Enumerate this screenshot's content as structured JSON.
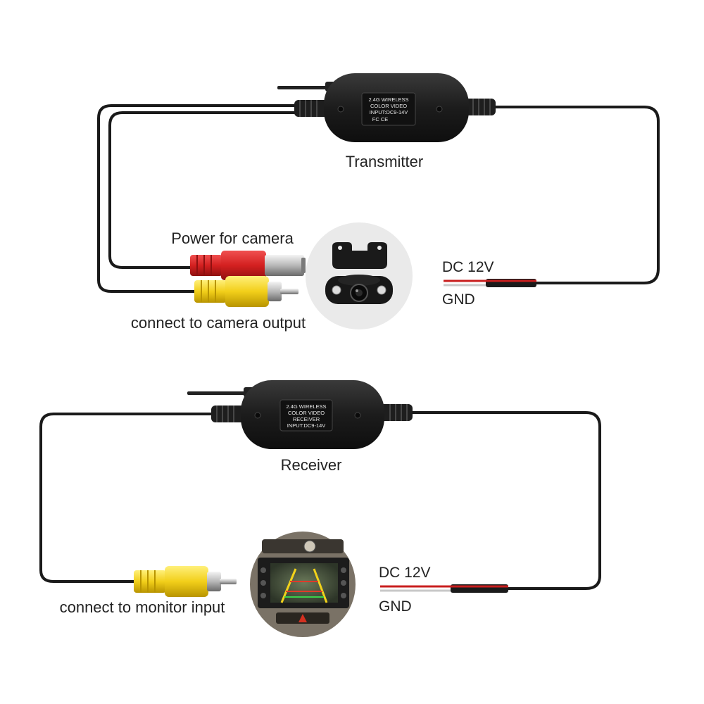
{
  "transmitter": {
    "label": "Transmitter",
    "case_lines": [
      "2.4G WIRELESS",
      "COLOR    VIDEO",
      "INPUT:DC9-14V",
      "FC CE"
    ]
  },
  "receiver": {
    "label": "Receiver",
    "case_lines": [
      "2.4G WIRELESS",
      "COLOR   VIDEO",
      "RECEIVER",
      "INPUT:DC9-14V"
    ]
  },
  "top": {
    "power_label": "Power for camera",
    "camera_output_label": "connect to camera output",
    "dc_label": "DC 12V",
    "gnd_label": "GND"
  },
  "bottom": {
    "monitor_input_label": "connect to monitor input",
    "dc_label": "DC 12V",
    "gnd_label": "GND"
  },
  "colors": {
    "cable": "#1a1a1a",
    "red_plug": "#d42020",
    "yellow_plug": "#f2cf1a",
    "red_wire": "#c81e1e"
  }
}
